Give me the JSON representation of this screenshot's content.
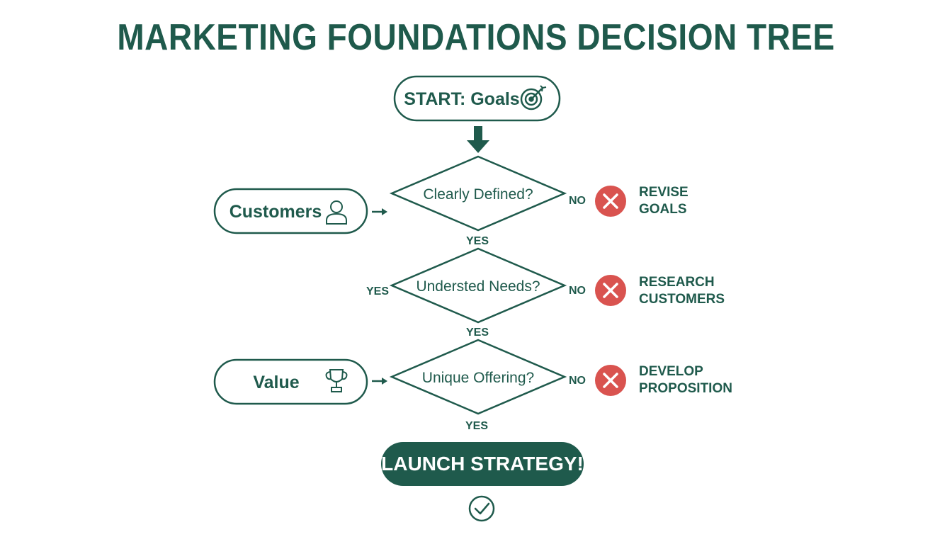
{
  "title": "MARKETING FOUNDATIONS DECISION TREE",
  "colors": {
    "primary": "#1f5a4c",
    "reject": "#d9534f",
    "background": "#ffffff"
  },
  "start": {
    "label": "START: Goals",
    "icon": "target-icon"
  },
  "side_inputs": [
    {
      "label": "Customers",
      "icon": "person-icon"
    },
    {
      "label": "Value",
      "icon": "trophy-icon"
    }
  ],
  "decisions": [
    {
      "question": "Clearly Defined?",
      "no_label": "NO",
      "yes_label": "YES",
      "outcome_line1": "REVISE",
      "outcome_line2": "GOALS",
      "outcome_icon": "x-circle-icon"
    },
    {
      "question": "Understed Needs?",
      "no_label": "NO",
      "yes_label": "YES",
      "left_label": "YES",
      "outcome_line1": "RESEARCH",
      "outcome_line2": "CUSTOMERS",
      "outcome_icon": "x-circle-icon"
    },
    {
      "question": "Unique Offering?",
      "no_label": "NO",
      "yes_label": "YES",
      "outcome_line1": "DEVELOP",
      "outcome_line2": "PROPOSITION",
      "outcome_icon": "x-circle-icon"
    }
  ],
  "end": {
    "label": "LAUNCH STRATEGY!",
    "icon": "check-circle-icon"
  }
}
